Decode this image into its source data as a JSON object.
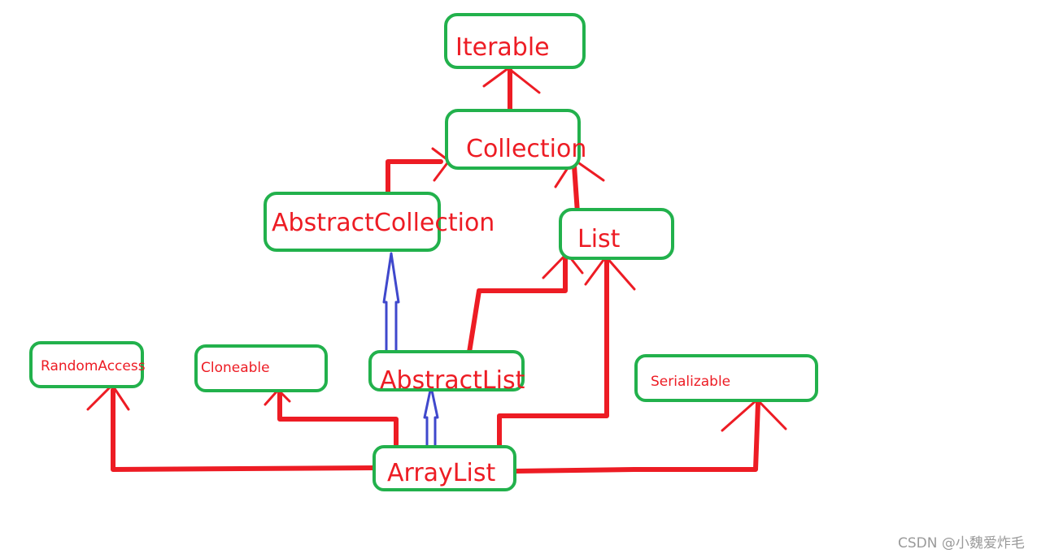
{
  "colors": {
    "box_stroke": "#22b14c",
    "label": "#ed1c24",
    "implements_arrow": "#ed1c24",
    "extends_arrow": "#3f48cc",
    "watermark": "#9a9a9a"
  },
  "nodes": {
    "iterable": "Iterable",
    "collection": "Collection",
    "abstract_collection": "AbstractCollection",
    "list": "List",
    "random_access": "RandomAccess",
    "cloneable": "Cloneable",
    "abstract_list": "AbstractList",
    "serializable": "Serializable",
    "array_list": "ArrayList"
  },
  "edges": [
    {
      "from": "Collection",
      "to": "Iterable",
      "kind": "implements"
    },
    {
      "from": "AbstractCollection",
      "to": "Collection",
      "kind": "implements"
    },
    {
      "from": "List",
      "to": "Collection",
      "kind": "implements"
    },
    {
      "from": "AbstractList",
      "to": "AbstractCollection",
      "kind": "extends"
    },
    {
      "from": "AbstractList",
      "to": "List",
      "kind": "implements"
    },
    {
      "from": "ArrayList",
      "to": "AbstractList",
      "kind": "extends"
    },
    {
      "from": "ArrayList",
      "to": "List",
      "kind": "implements"
    },
    {
      "from": "ArrayList",
      "to": "RandomAccess",
      "kind": "implements"
    },
    {
      "from": "ArrayList",
      "to": "Cloneable",
      "kind": "implements"
    },
    {
      "from": "ArrayList",
      "to": "Serializable",
      "kind": "implements"
    }
  ],
  "watermark": "CSDN @小魏爱炸毛"
}
